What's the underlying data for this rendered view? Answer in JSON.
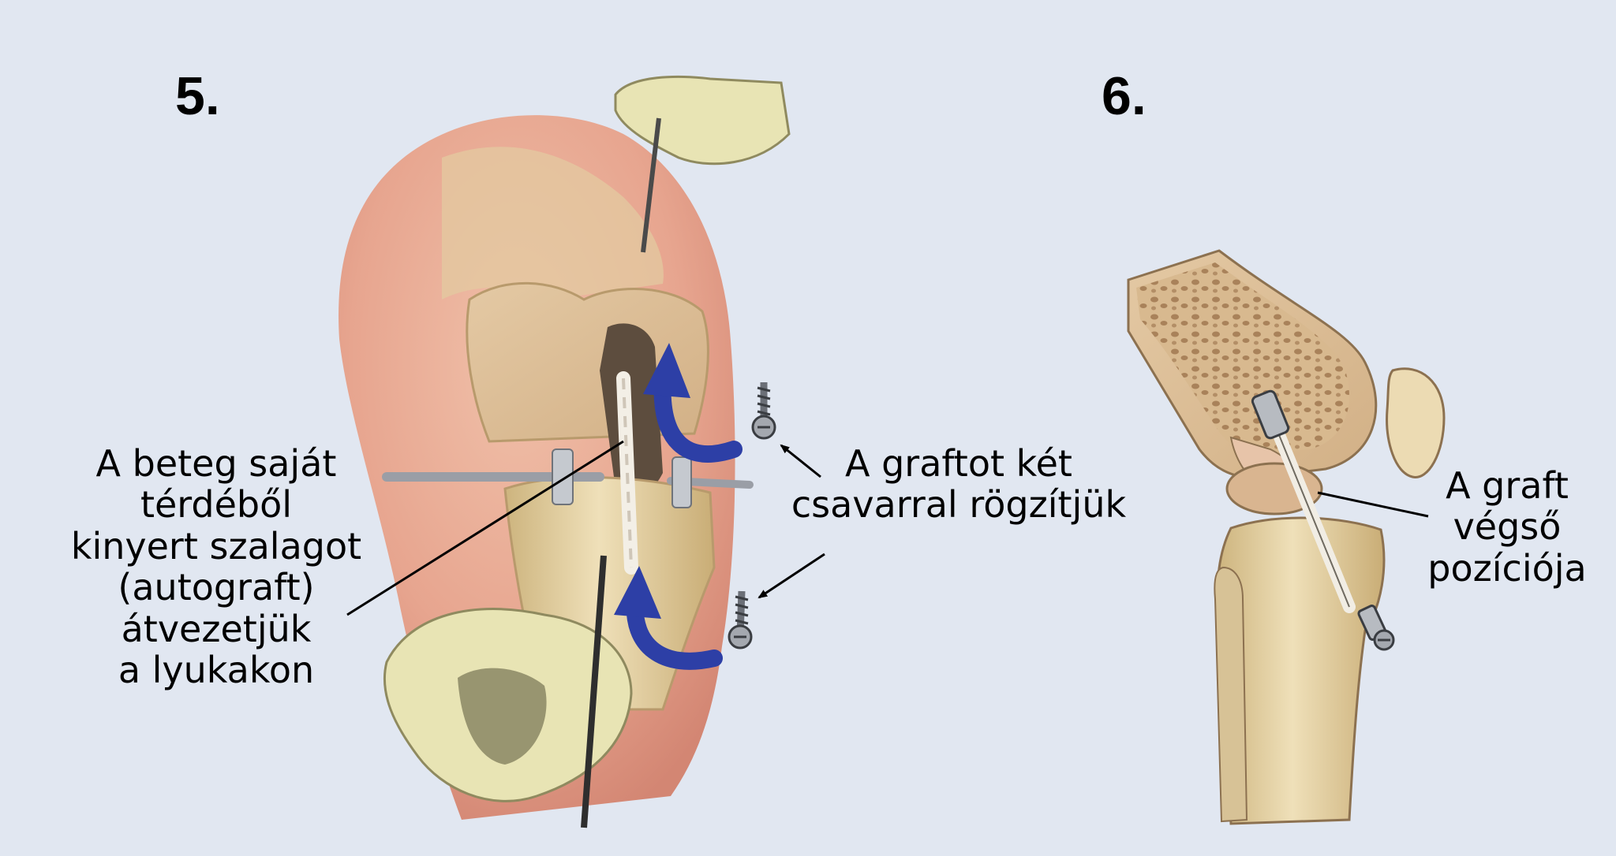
{
  "panels": [
    {
      "number": "5.",
      "labels": {
        "autograft": [
          "A beteg saját",
          "térdéből",
          "kinyert szalagot",
          "(autograft)",
          "átvezetjük",
          "a lyukakon"
        ],
        "screws": [
          "A graftot két",
          "csavarral rögzítjük"
        ]
      }
    },
    {
      "number": "6.",
      "labels": {
        "final": [
          "A graft",
          "végső",
          "pozíciója"
        ]
      }
    }
  ],
  "colors": {
    "background": "#e1e7f1",
    "skin": "#e7a58f",
    "bone": "#e6d4a6",
    "glove": "#e8e4b4",
    "arrow": "#2d3fa6"
  }
}
